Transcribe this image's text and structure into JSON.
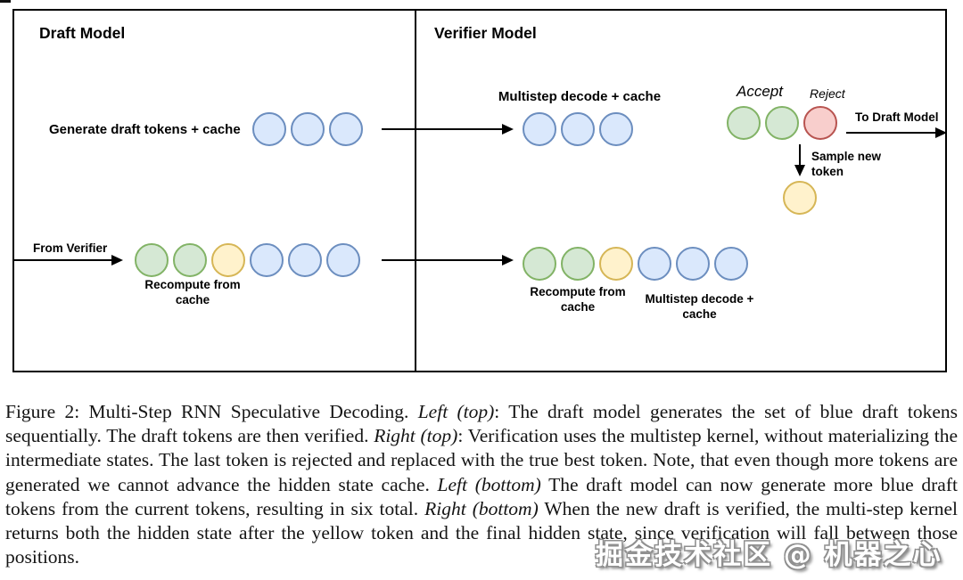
{
  "figure": {
    "left_panel": {
      "title": "Draft Model",
      "generate_label": "Generate draft tokens + cache",
      "from_verifier_label": "From Verifier",
      "recompute_line1": "Recompute from",
      "recompute_line2": "cache"
    },
    "right_panel": {
      "title": "Verifier Model",
      "multistep_top_label": "Multistep decode + cache",
      "accept_label": "Accept",
      "reject_label": "Reject",
      "to_draft_label": "To Draft Model",
      "sample_line1": "Sample new",
      "sample_line2": "token",
      "recompute_line1": "Recompute from",
      "recompute_line2": "cache",
      "multistep_bottom_line1": "Multistep decode +",
      "multistep_bottom_line2": "cache"
    },
    "tokens": {
      "colors": {
        "blue": {
          "fill": "#dae8fc",
          "stroke": "#6c8ebf"
        },
        "green": {
          "fill": "#d5e8d4",
          "stroke": "#82b366"
        },
        "yellow": {
          "fill": "#fff2cc",
          "stroke": "#d6b656"
        },
        "red": {
          "fill": "#f8cecc",
          "stroke": "#b85450"
        }
      },
      "rows": {
        "draft_top": [
          "blue",
          "blue",
          "blue"
        ],
        "verifier_top_decoded": [
          "blue",
          "blue",
          "blue"
        ],
        "verifier_top_result": [
          "green",
          "green",
          "red"
        ],
        "verifier_sampled": [
          "yellow"
        ],
        "draft_bottom": [
          "green",
          "green",
          "yellow",
          "blue",
          "blue",
          "blue"
        ],
        "verifier_bottom": [
          "green",
          "green",
          "yellow",
          "blue",
          "blue",
          "blue"
        ]
      }
    },
    "line_color": "#000000"
  },
  "caption": {
    "segments": [
      {
        "text": "Figure 2: Multi-Step RNN Speculative Decoding. ",
        "italic": false
      },
      {
        "text": "Left (top)",
        "italic": true
      },
      {
        "text": ": The draft model generates the set of blue draft tokens sequentially. The draft tokens are then verified. ",
        "italic": false
      },
      {
        "text": "Right (top)",
        "italic": true
      },
      {
        "text": ": Verification uses the multistep kernel, without materializing the intermediate states. The last token is rejected and replaced with the true best token. Note, that even though more tokens are generated we cannot advance the hidden state cache. ",
        "italic": false
      },
      {
        "text": "Left (bottom)",
        "italic": true
      },
      {
        "text": " The draft model can now generate more blue draft tokens from the current tokens, resulting in six total. ",
        "italic": false
      },
      {
        "text": "Right (bottom)",
        "italic": true
      },
      {
        "text": " When the new draft is verified, the multi-step kernel returns both the hidden state after the yellow token and the final hidden state, since verification will fall between those positions.",
        "italic": false
      }
    ]
  },
  "watermark": {
    "text": "掘金技术社区 @ 机器之心"
  }
}
